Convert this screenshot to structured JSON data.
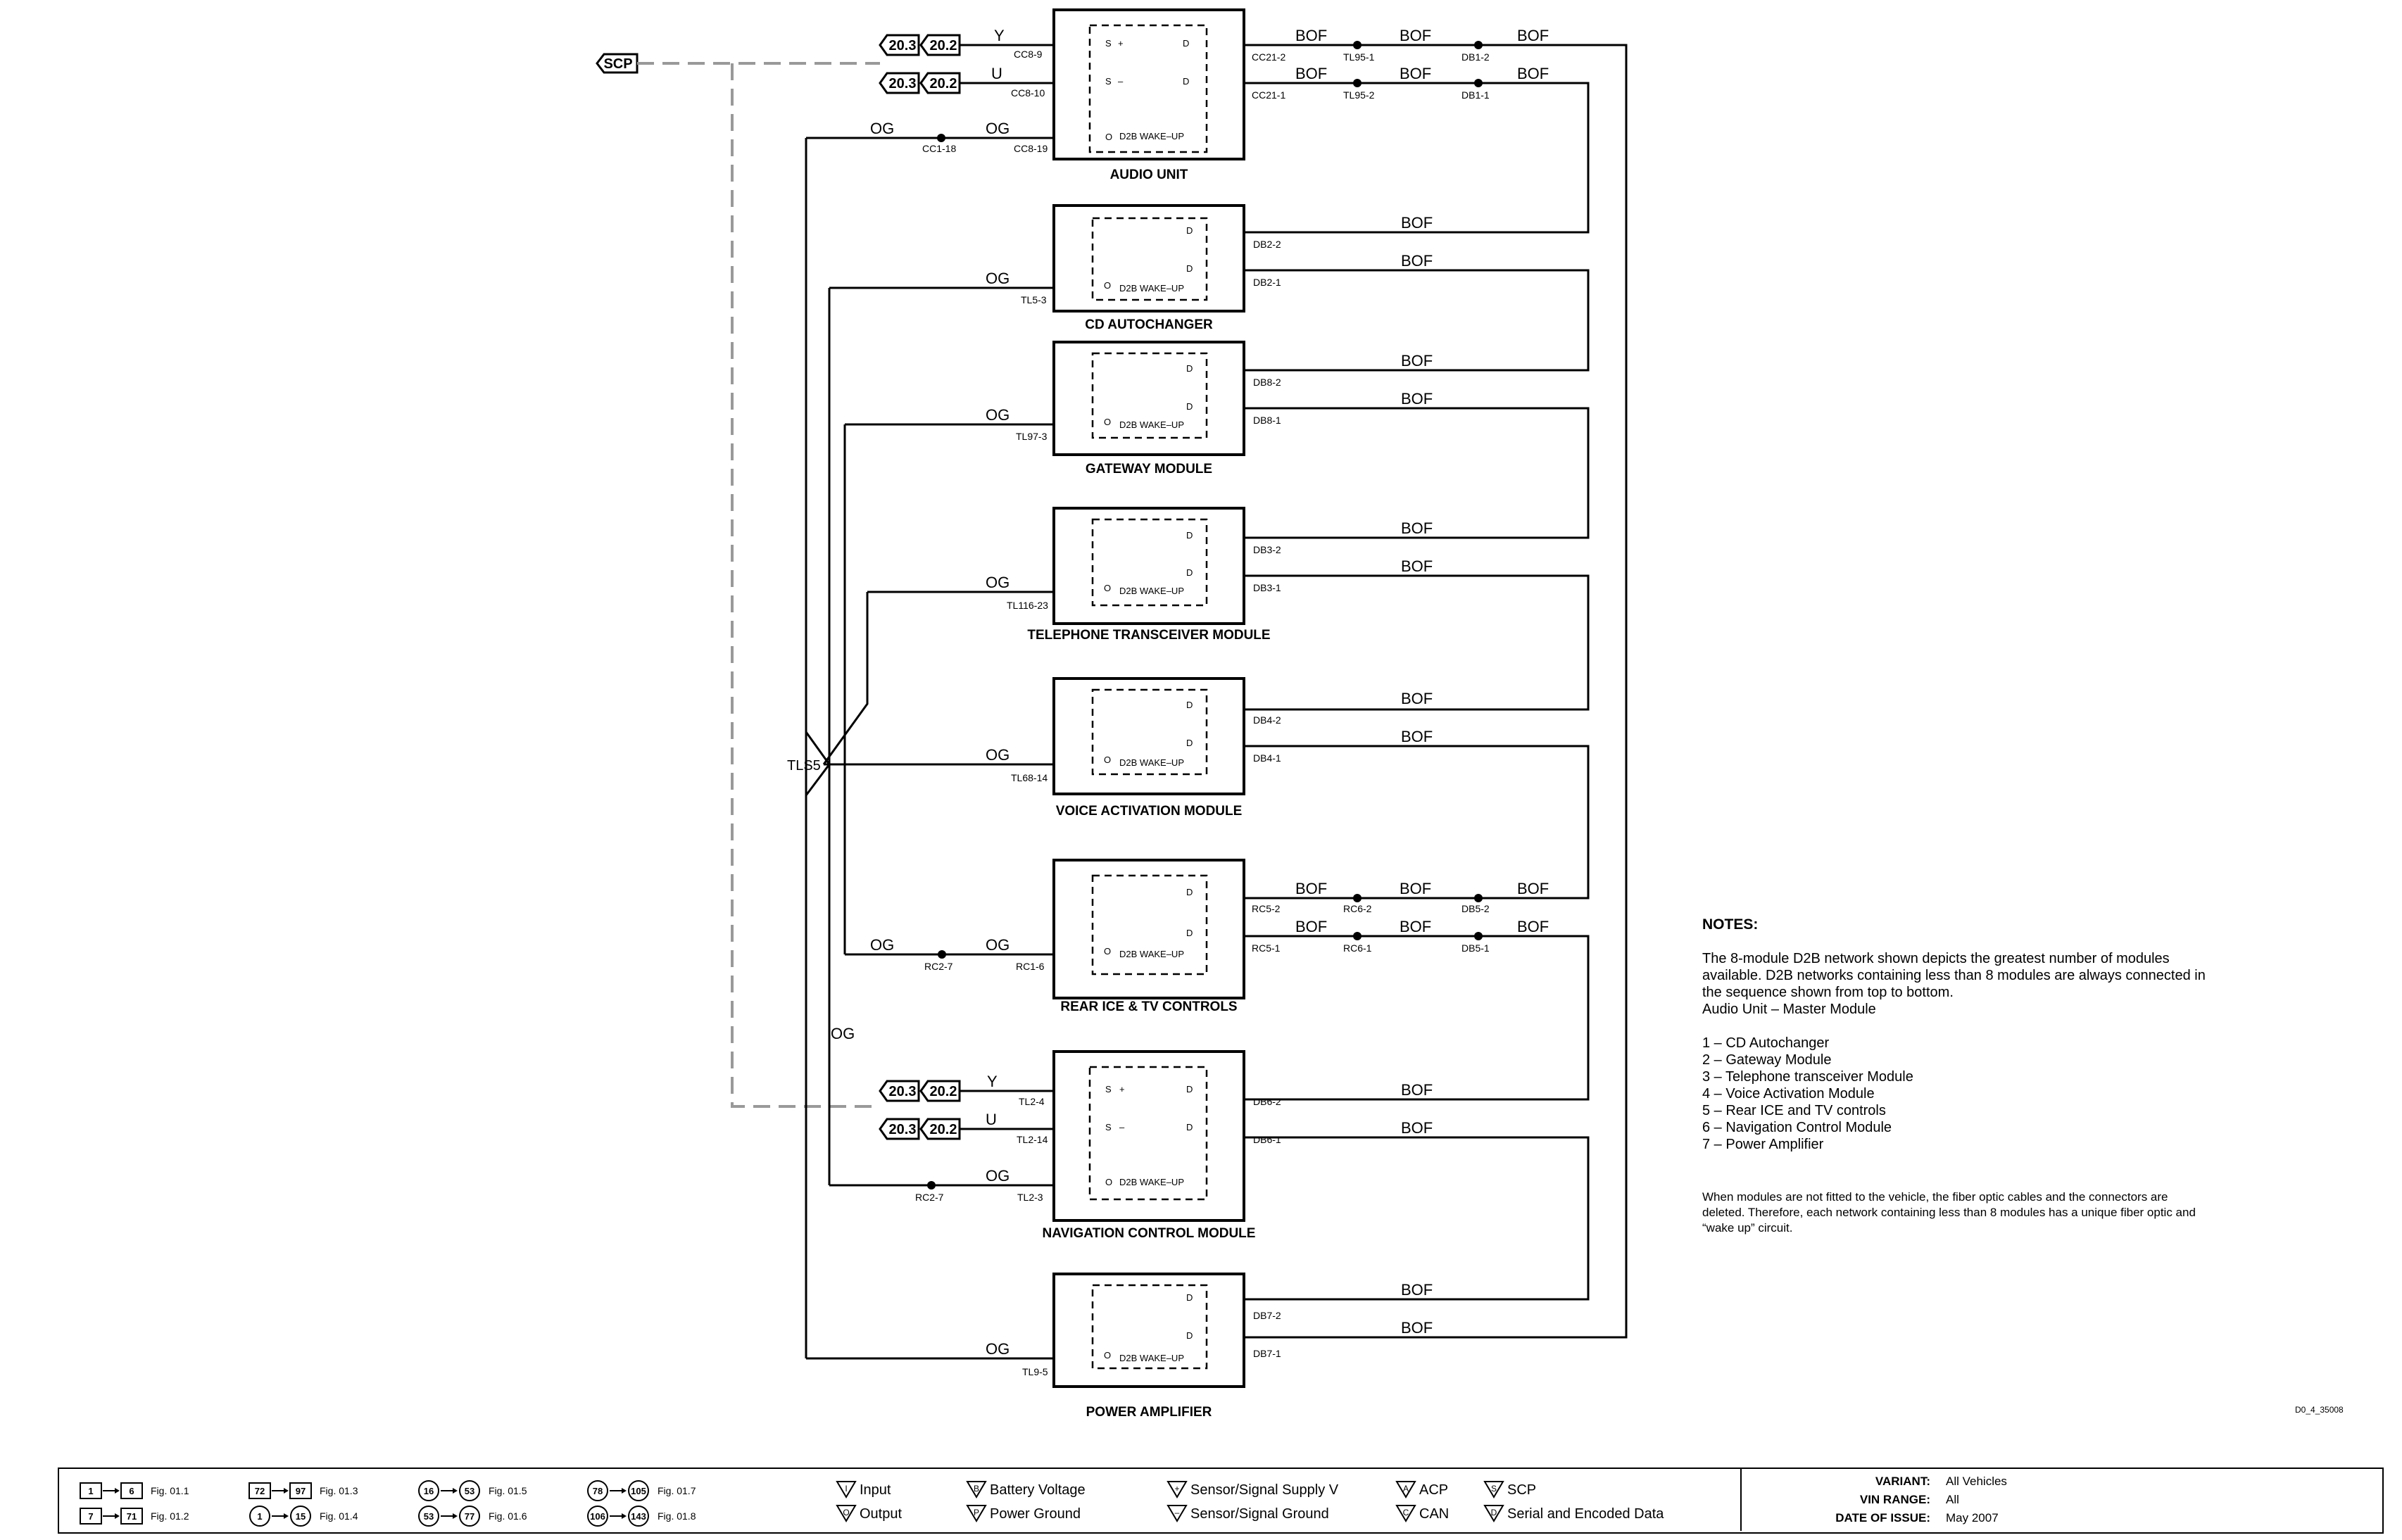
{
  "connectors": {
    "scp": "SCP",
    "ref_a": "20.3",
    "ref_b": "20.2"
  },
  "wire_colors": {
    "y": "Y",
    "u": "U",
    "og": "OG",
    "bof": "BOF"
  },
  "splice": "TLS5",
  "inner_labels": {
    "wakeup": "D2B WAKE–UP"
  },
  "modules": {
    "audio_unit": {
      "title": "AUDIO UNIT",
      "pins": {
        "y": "CC8-9",
        "u": "CC8-10",
        "og": "CC8-19",
        "og_inline": "CC1-18"
      },
      "out_top": [
        "CC21-2",
        "TL95-1",
        "DB1-2"
      ],
      "out_bot": [
        "CC21-1",
        "TL95-2",
        "DB1-1"
      ]
    },
    "cd_autochanger": {
      "title": "CD AUTOCHANGER",
      "og_pin": "TL5-3",
      "out_top": "DB2-2",
      "out_bot": "DB2-1"
    },
    "gateway": {
      "title": "GATEWAY MODULE",
      "og_pin": "TL97-3",
      "out_top": "DB8-2",
      "out_bot": "DB8-1"
    },
    "telephone": {
      "title": "TELEPHONE TRANSCEIVER  MODULE",
      "og_pin": "TL116-23",
      "out_top": "DB3-2",
      "out_bot": "DB3-1"
    },
    "voice": {
      "title": "VOICE ACTIVATION MODULE",
      "og_pin": "TL68-14",
      "out_top": "DB4-2",
      "out_bot": "DB4-1"
    },
    "rear_ice": {
      "title": "REAR ICE & TV CONTROLS",
      "og_pin": "RC1-6",
      "og_inline": "RC2-7",
      "out_top": [
        "RC5-2",
        "RC6-2",
        "DB5-2"
      ],
      "out_bot": [
        "RC5-1",
        "RC6-1",
        "DB5-1"
      ]
    },
    "navigation": {
      "title": "NAVIGATION CONTROL MODULE",
      "pins": {
        "y": "TL2-4",
        "u": "TL2-14",
        "og": "TL2-3",
        "og_inline": "RC2-7"
      },
      "out_top": "DB6-2",
      "out_bot": "DB6-1"
    },
    "power_amp": {
      "title": "POWER AMPLIFIER",
      "og_pin": "TL9-5",
      "out_top": "DB7-2",
      "out_bot": "DB7-1"
    }
  },
  "notes": {
    "title": "NOTES:",
    "para1": "The 8-module D2B network shown depicts the greatest number of modules available. D2B networks containing less than 8 modules are always connected in the sequence shown from top to bottom.",
    "para1b": "Audio Unit – Master Module",
    "list": [
      "1 – CD Autochanger",
      "2 – Gateway Module",
      "3 – Telephone transceiver Module",
      "4 – Voice Activation Module",
      "5 – Rear ICE and TV controls",
      "6 – Navigation Control Module",
      "7 – Power Amplifier"
    ],
    "para2": "When modules are not fitted to the vehicle, the fiber optic cables and the connectors are deleted. Therefore, each network containing less than 8 modules has a unique fiber optic and “wake up” circuit."
  },
  "figure_code": "D0_4_35008",
  "legend": {
    "fig_refs": [
      {
        "from": "1",
        "to": "6",
        "fig": "Fig. 01.1"
      },
      {
        "from": "7",
        "to": "71",
        "fig": "Fig. 01.2"
      },
      {
        "from": "72",
        "to": "97",
        "fig": "Fig. 01.3"
      },
      {
        "from": "1",
        "to": "15",
        "fig": "Fig. 01.4"
      },
      {
        "from": "16",
        "to": "53",
        "fig": "Fig. 01.5"
      },
      {
        "from": "53",
        "to": "77",
        "fig": "Fig. 01.6"
      },
      {
        "from": "78",
        "to": "105",
        "fig": "Fig. 01.7"
      },
      {
        "from": "106",
        "to": "143",
        "fig": "Fig. 01.8"
      }
    ],
    "symbols": [
      {
        "glyph": "I",
        "label": "Input"
      },
      {
        "glyph": "O",
        "label": "Output"
      },
      {
        "glyph": "B",
        "label": "Battery Voltage"
      },
      {
        "glyph": "P",
        "label": "Power Ground"
      },
      {
        "glyph": "+",
        "label": "Sensor/Signal Supply V"
      },
      {
        "glyph": "–",
        "label": "Sensor/Signal Ground"
      },
      {
        "glyph": "A",
        "label": "ACP"
      },
      {
        "glyph": "C",
        "label": "CAN"
      },
      {
        "glyph": "S",
        "label": "SCP"
      },
      {
        "glyph": "D",
        "label": "Serial and Encoded Data"
      }
    ]
  },
  "meta": {
    "variant_k": "VARIANT:",
    "variant_v": "All Vehicles",
    "vin_k": "VIN RANGE:",
    "vin_v": "All",
    "date_k": "DATE OF ISSUE:",
    "date_v": "May 2007"
  }
}
